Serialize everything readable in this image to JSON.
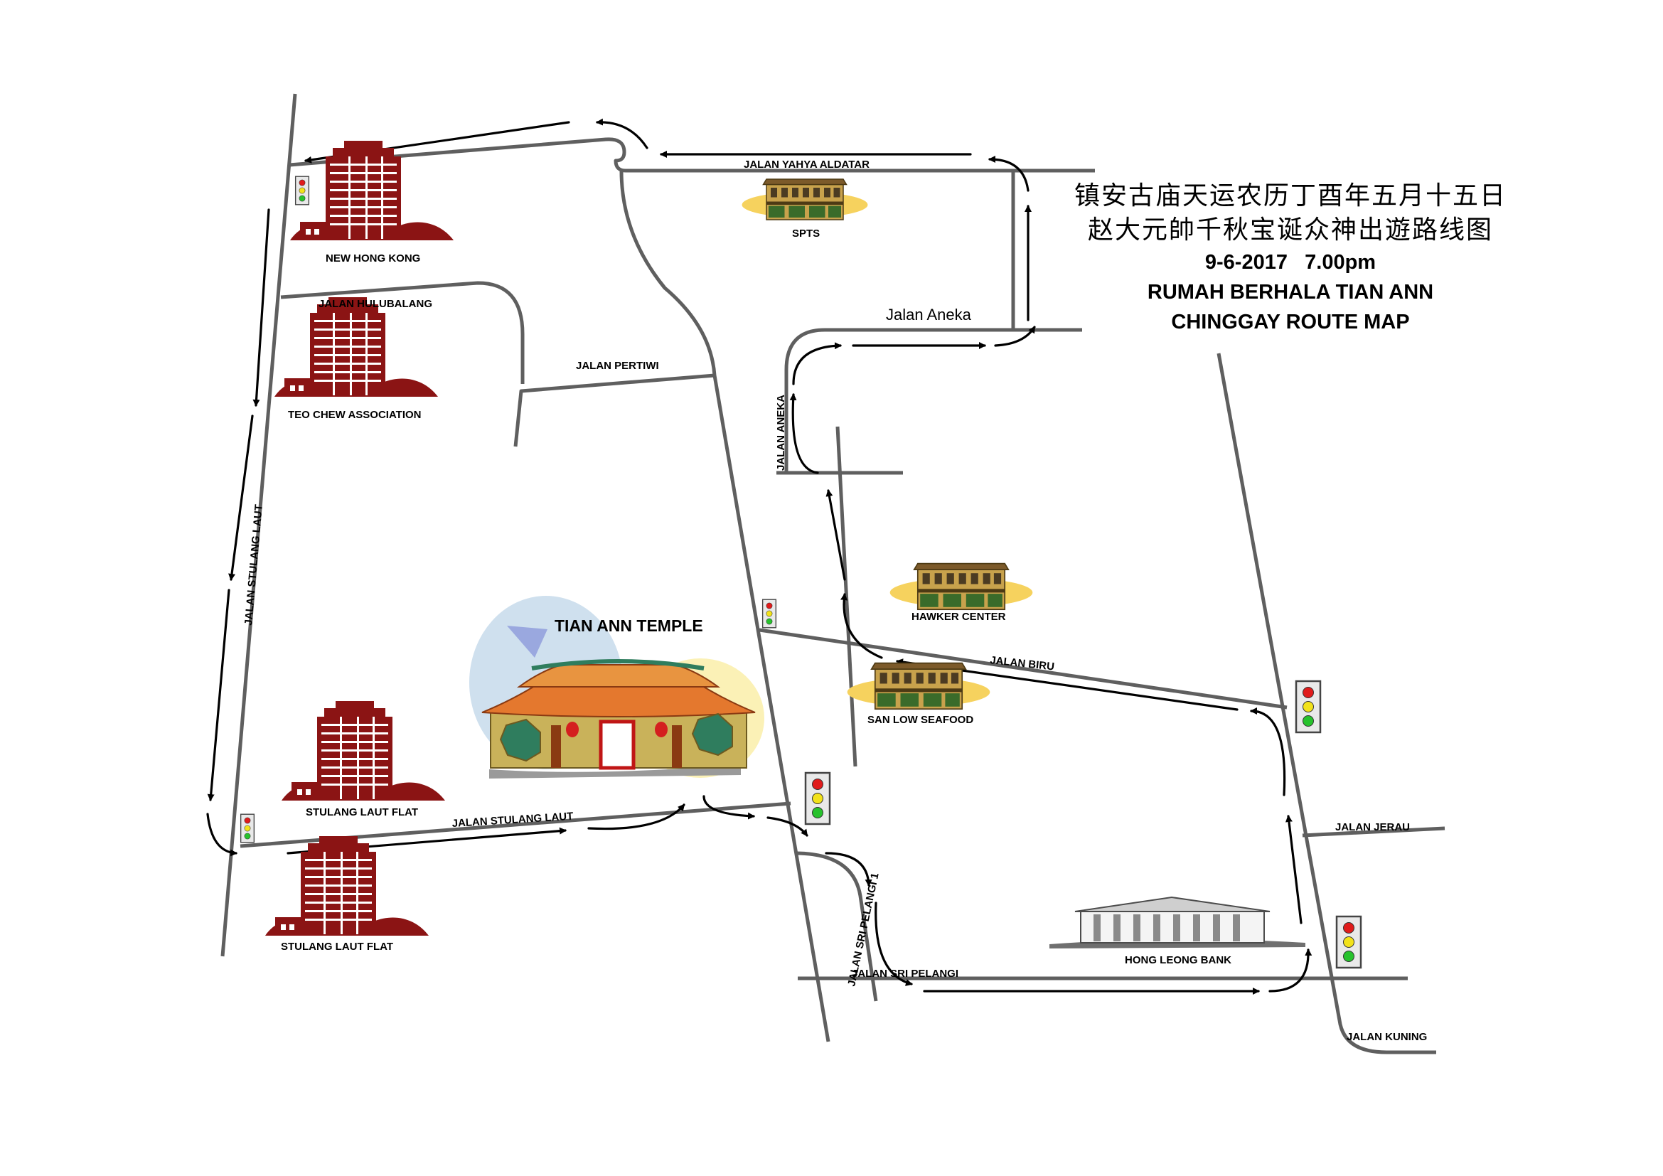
{
  "title": {
    "chinese_line1": "镇安古庙天运农历丁酉年五月十五日",
    "chinese_line2": "赵大元帥千秋宝诞众神出遊路线图",
    "date_time": "9-6-2017   7.00pm",
    "malay": "RUMAH BERHALA TIAN ANN",
    "english": "CHINGGAY ROUTE MAP"
  },
  "streets": {
    "yahya_aldatar": "JALAN YAHYA ALDATAR",
    "aneka_horizontal": "Jalan Aneka",
    "aneka_vertical": "JALAN ANEKA",
    "hulubalang": "JALAN HULUBALANG",
    "pertiwi": "JALAN PERTIWI",
    "stulang_laut_vertical": "JALAN STULANG LAUT",
    "stulang_laut_horizontal": "JALAN STULANG LAUT",
    "biru": "JALAN BIRU",
    "jerau": "JALAN JERAU",
    "sri_pelangi_1": "JALAN SRI PELANGI 1",
    "sri_pelangi": "JALAN SRI PELANGI",
    "kuning": "JALAN KUNING"
  },
  "landmarks": {
    "spts": "SPTS",
    "new_hong_kong": "NEW HONG KONG",
    "teo_chew": "TEO CHEW ASSOCIATION",
    "hawker_center": "HAWKER CENTER",
    "san_low": "SAN LOW SEAFOOD",
    "temple": "TIAN ANN TEMPLE",
    "stulang_laut_flat_1": "STULANG LAUT FLAT",
    "stulang_laut_flat_2": "STULANG LAUT FLAT",
    "hong_leong_bank": "HONG LEONG BANK"
  },
  "colors": {
    "road": "#5f5f5f",
    "route": "#000000",
    "building": "#8b1414",
    "signal_red": "#e01b1b",
    "signal_yellow": "#f2e21a",
    "signal_green": "#27c22c"
  },
  "icons": [
    "traffic-light-icon",
    "apartment-building-icon",
    "shophouse-icon",
    "temple-icon",
    "bank-icon"
  ]
}
